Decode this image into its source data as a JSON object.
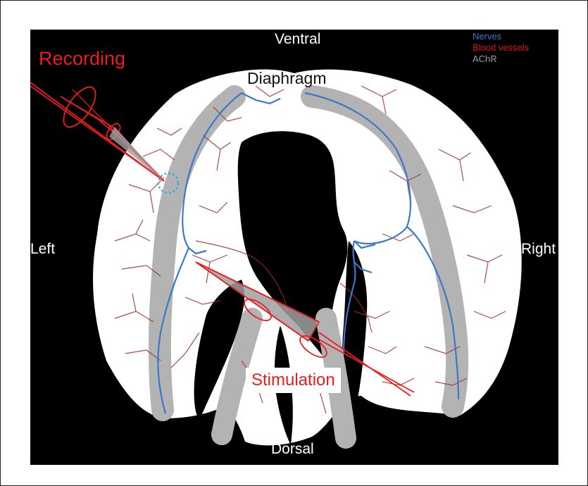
{
  "labels": {
    "ventral": "Ventral",
    "dorsal": "Dorsal",
    "left": "Left",
    "right": "Right",
    "diaphragm": "Diaphragm",
    "recording": "Recording",
    "stimulation": "Stimulation"
  },
  "legend": [
    {
      "label": "Nerves",
      "color": "#3a78c9"
    },
    {
      "label": "Blood vessels",
      "color": "#e01010"
    },
    {
      "label": "AChR",
      "color": "#9a9a9a"
    }
  ],
  "colors": {
    "background": "#000000",
    "tissue": "#ffffff",
    "achr_band": "#b3b3b3",
    "nerve": "#3a78c9",
    "vessel": "#a52a2a",
    "electrode": "#ee1c1c",
    "recording_site": "#29a8e0"
  }
}
